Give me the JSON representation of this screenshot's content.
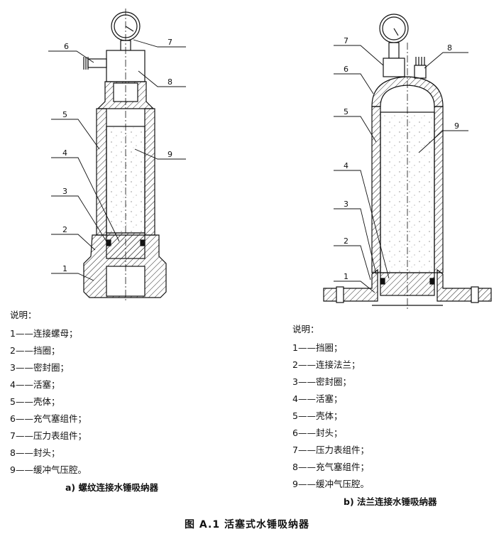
{
  "figure_caption": "图 A.1   活塞式水锤吸纳器",
  "diagram_a": {
    "caption": "a)   螺纹连接水锤吸纳器",
    "callouts": [
      "1",
      "2",
      "3",
      "4",
      "5",
      "6",
      "7",
      "8",
      "9"
    ],
    "legend_title": "说明：",
    "legend": [
      "1——连接螺母；",
      "2——挡圈；",
      "3——密封圈；",
      "4——活塞；",
      "5——壳体；",
      "6——充气塞组件；",
      "7——压力表组件；",
      "8——封头；",
      "9——缓冲气压腔。"
    ]
  },
  "diagram_b": {
    "caption": "b)   法兰连接水锤吸纳器",
    "callouts": [
      "1",
      "2",
      "3",
      "4",
      "5",
      "6",
      "7",
      "8",
      "9"
    ],
    "legend_title": "说明：",
    "legend": [
      "1——挡圈；",
      "2——连接法兰；",
      "3——密封圈；",
      "4——活塞；",
      "5——壳体；",
      "6——封头；",
      "7——压力表组件；",
      "8——充气塞组件；",
      "9——缓冲气压腔。"
    ]
  }
}
